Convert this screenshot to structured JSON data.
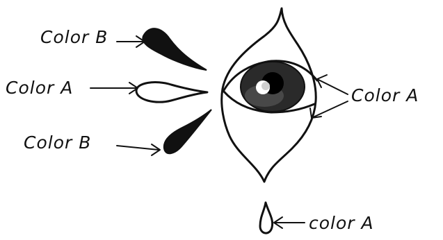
{
  "labels": {
    "color_b_top": "Color B",
    "color_a_left": "Color A",
    "color_b_bottom": "Color B",
    "color_a_right": "Color A",
    "color_a_bottom": "color A"
  },
  "ink_color": "#111111",
  "icons": {
    "eye": "eye-icon",
    "teardrop": "teardrop-icon"
  }
}
